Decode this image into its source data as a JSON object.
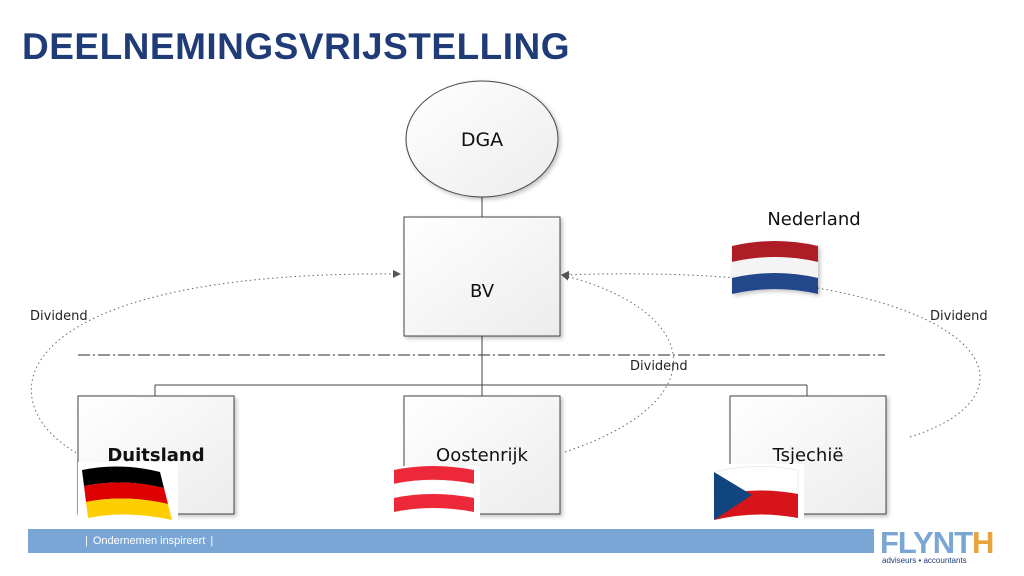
{
  "title": "DEELNEMINGSVRIJSTELLING",
  "nodes": {
    "dga": "DGA",
    "bv": "BV",
    "duitsland": "Duitsland",
    "oostenrijk": "Oostenrijk",
    "tsjechie": "Tsjechië"
  },
  "country_label_nl": "Nederland",
  "dividend_labels": {
    "left": "Dividend",
    "right": "Dividend",
    "middle": "Dividend"
  },
  "footer": {
    "tagline": "Ondernemen inspireert",
    "logo_main": "FLYNT",
    "logo_accent": "H",
    "logo_sub": "adviseurs • accountants"
  },
  "flags": {
    "netherlands": [
      "#ae1c28",
      "#ffffff",
      "#21468b"
    ],
    "germany": [
      "#000000",
      "#dd0000",
      "#ffce00"
    ],
    "austria": [
      "#ed2939",
      "#ffffff",
      "#ed2939"
    ],
    "czech": [
      "#ffffff",
      "#d7141a",
      "#11457e"
    ]
  },
  "colors": {
    "title": "#1f3b78",
    "footer_bar": "#7aa6d6",
    "logo_accent": "#e8a33a"
  }
}
